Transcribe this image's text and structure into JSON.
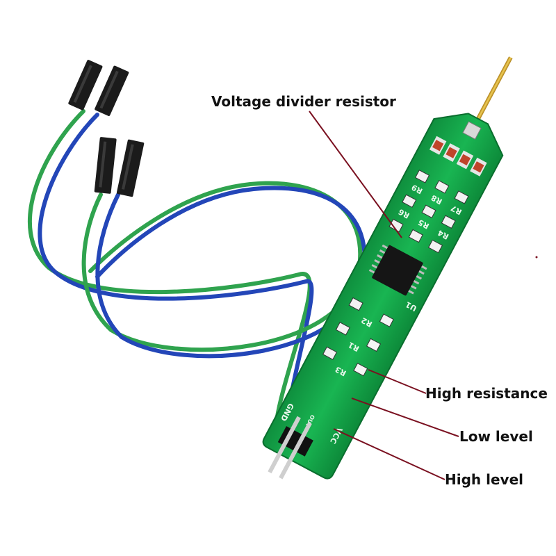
{
  "labels": {
    "divider": "Voltage divider resistor",
    "high_resistance": "High resistance",
    "low_level": "Low level",
    "high_level": "High level"
  },
  "board": {
    "resistors": [
      "R9",
      "R8",
      "R7",
      "R6",
      "R5",
      "R4",
      "R2",
      "R1",
      "R3"
    ],
    "chip": "U1",
    "pins": [
      "GND",
      "OUT",
      "VCC"
    ]
  },
  "colors": {
    "board": "#12a64a",
    "leader": "#7a1020",
    "wire_green": "#2fa34e",
    "wire_blue": "#2346b8"
  }
}
